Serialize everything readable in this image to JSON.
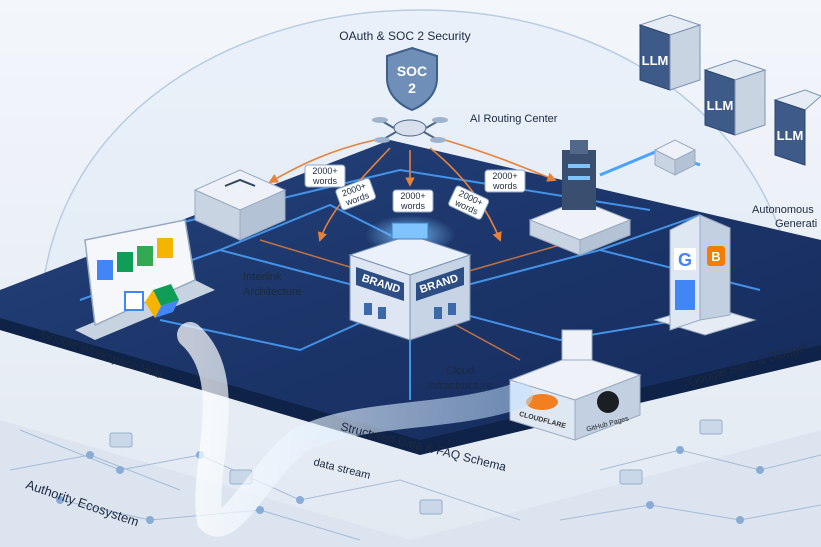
{
  "labels": {
    "security": "OAuth & SOC 2 Security",
    "soc_badge_line1": "SOC",
    "soc_badge_line2": "2",
    "routing_center": "AI Routing Center",
    "words_tag": "2000+ words",
    "interlink": "Interlink Architecture",
    "workspace_hub": "Google Workspace Hub",
    "google_sites": "Google Sites & Blogger",
    "cloud_infra": "Cloud Infrastructure",
    "structured_data": "Structured Data & FAQ Schema",
    "data_stream": "data stream",
    "authority": "Authority Ecosystem",
    "autonomous": "Autonomous Generati",
    "brand_text": "BRAND",
    "llm": "LLM",
    "cloudflare": "CLOUDFLARE",
    "github_pages": "GitHub Pages"
  },
  "words_tag_line1": "2000+",
  "words_tag_line2": "words",
  "autonomous_line1": "Autonomous",
  "autonomous_line2": "Generati",
  "interlink_line1": "Interlink",
  "interlink_line2": "Architecture",
  "cloud_line1": "Cloud",
  "cloud_line2": "Infrastructure",
  "colors": {
    "platform": "#1b3566",
    "platform_edge": "#0f2247",
    "glow": "#4aa3ff",
    "accent_orange": "#e8823a",
    "node_light": "#e9eef5",
    "dome": "#cfe0f2"
  },
  "icons": [
    "shield-icon",
    "drone-icon",
    "server-icon",
    "brand-building-icon",
    "llm-server-icon",
    "google-apps-icon",
    "cloudflare-icon",
    "github-icon",
    "google-g-icon",
    "blogger-icon"
  ]
}
